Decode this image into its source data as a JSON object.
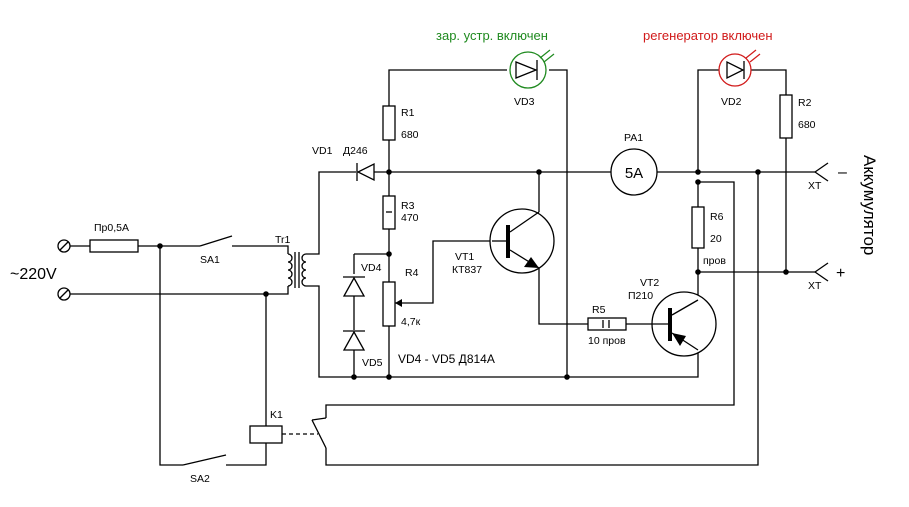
{
  "colors": {
    "line": "#000000",
    "green": "#1f8a1f",
    "red": "#d11a1a"
  },
  "captions": {
    "charger_on": "зар. устр. включен",
    "regen_on": "регенератор включен",
    "mains": "~220V",
    "battery": "Аккумулятор",
    "diodes_note": "VD4 - VD5  Д814А"
  },
  "components": {
    "fuse": {
      "ref": "Пр0,5А"
    },
    "sa1": {
      "ref": "SA1"
    },
    "sa2": {
      "ref": "SA2"
    },
    "tr1": {
      "ref": "Tr1"
    },
    "k1": {
      "ref": "K1"
    },
    "vd1": {
      "ref": "VD1",
      "type": "Д246"
    },
    "vd2": {
      "ref": "VD2"
    },
    "vd3": {
      "ref": "VD3"
    },
    "vd4": {
      "ref": "VD4"
    },
    "vd5": {
      "ref": "VD5"
    },
    "r1": {
      "ref": "R1",
      "value": "680"
    },
    "r2": {
      "ref": "R2",
      "value": "680"
    },
    "r3": {
      "ref": "R3",
      "value": "470"
    },
    "r4": {
      "ref": "R4",
      "value": "4,7к"
    },
    "r5": {
      "ref": "R5",
      "value": "10 пров"
    },
    "r6": {
      "ref": "R6",
      "value": "20",
      "note": "пров"
    },
    "vt1": {
      "ref": "VT1",
      "type": "КТ837"
    },
    "vt2": {
      "ref": "VT2",
      "type": "П210"
    },
    "pa1": {
      "ref": "PA1",
      "value": "5А"
    },
    "xt_minus": {
      "ref": "XT",
      "sign": "–"
    },
    "xt_plus": {
      "ref": "XT",
      "sign": "+"
    }
  }
}
